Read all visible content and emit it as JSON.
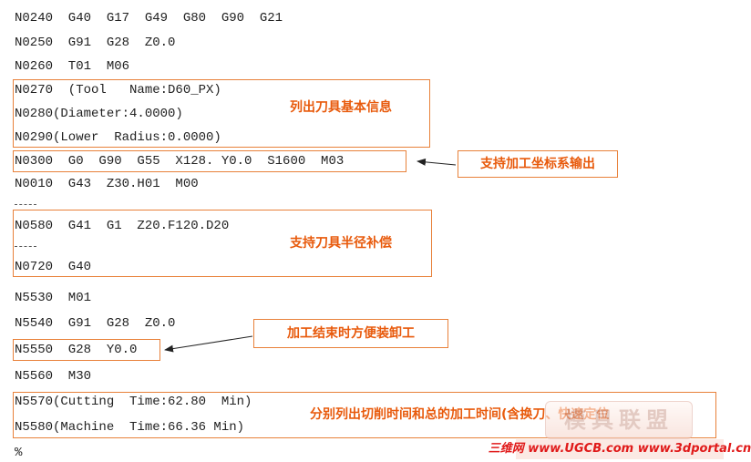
{
  "code_lines": [
    "N0240  G40  G17  G49  G80  G90  G21",
    "N0250  G91  G28  Z0.0",
    "N0260  T01  M06",
    "N0270  (Tool   Name:D60_PX)",
    "N0280(Diameter:4.0000)",
    "N0290(Lower  Radius:0.0000)",
    "N0300  G0  G90  G55  X128. Y0.0  S1600  M03",
    "N0010  G43  Z30.H01  M00",
    "N0580  G41  G1  Z20.F120.D20",
    "N0720  G40",
    "N5530  M01",
    "N5540  G91  G28  Z0.0",
    "N5550  G28  Y0.0",
    "N5560  M30",
    "N5570(Cutting  Time:62.80  Min)",
    "N5580(Machine  Time:66.36 Min)",
    "%"
  ],
  "annotations": {
    "tool_info": "列出刀具基本信息",
    "coordinate_output": "支持加工坐标系输出",
    "radius_comp": "支持刀具半径补偿",
    "end_positioning": "加工结束时方便装卸工",
    "time_listing": "分别列出切削时间和总的加工时间(含换刀、快速定位"
  },
  "watermark": {
    "logo": "模具联盟",
    "url": "三维网 www.UGCB.com www.3dportal.cn"
  },
  "colors": {
    "accent": "#e85a0c",
    "box_border": "#e8813a",
    "text": "#222222"
  }
}
